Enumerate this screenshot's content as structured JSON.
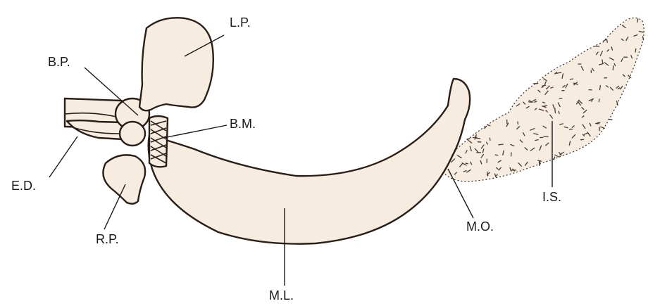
{
  "diagram": {
    "colors": {
      "fill": "#f6ece0",
      "outline": "#2a1e17",
      "stipple": "#4a3a30",
      "label": "#1a1a1a"
    },
    "labels": {
      "lp": "L.P.",
      "bp": "B.P.",
      "bm": "B.M.",
      "ed": "E.D.",
      "rp": "R.P.",
      "ml": "M.L.",
      "mo": "M.O.",
      "is": "I.S."
    }
  }
}
